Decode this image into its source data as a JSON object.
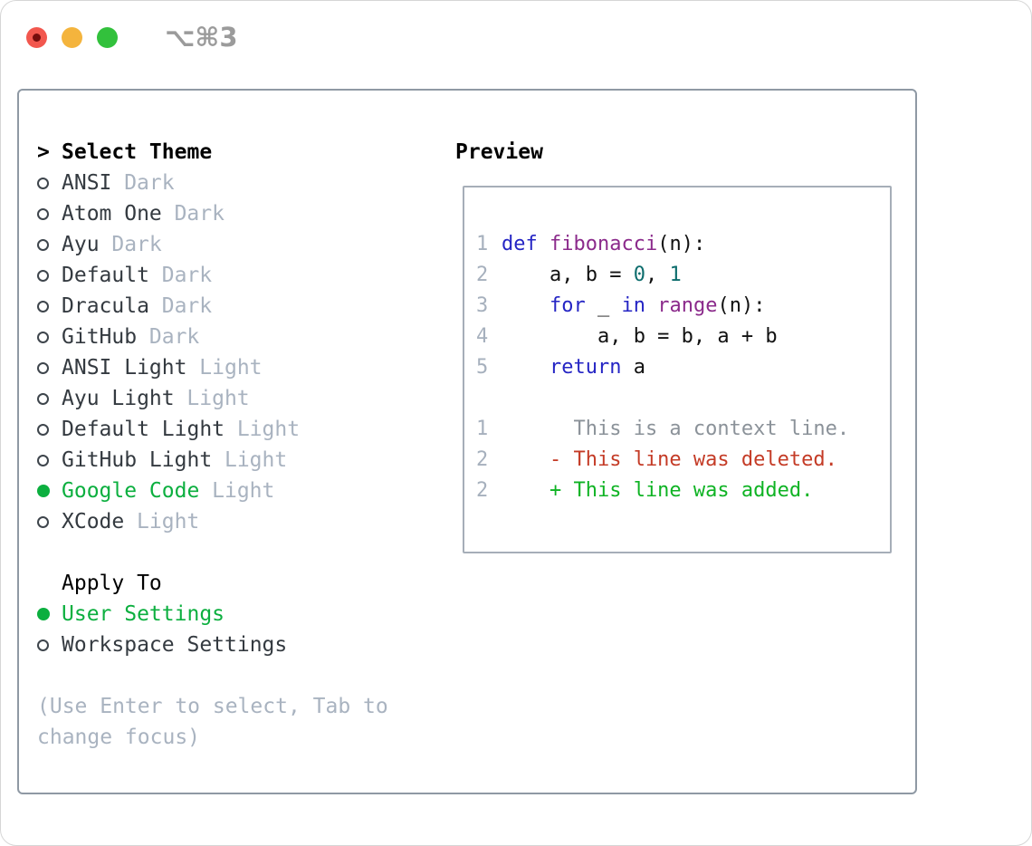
{
  "window": {
    "shortcut": "⌥⌘3",
    "traffic_lights": [
      "close",
      "minimize",
      "zoom"
    ]
  },
  "theme_panel": {
    "cursor": ">",
    "title": "Select Theme",
    "themes": [
      {
        "name": "ANSI",
        "variant": "Dark",
        "selected": false
      },
      {
        "name": "Atom One",
        "variant": "Dark",
        "selected": false
      },
      {
        "name": "Ayu",
        "variant": "Dark",
        "selected": false
      },
      {
        "name": "Default",
        "variant": "Dark",
        "selected": false
      },
      {
        "name": "Dracula",
        "variant": "Dark",
        "selected": false
      },
      {
        "name": "GitHub",
        "variant": "Dark",
        "selected": false
      },
      {
        "name": "ANSI Light",
        "variant": "Light",
        "selected": false
      },
      {
        "name": "Ayu Light",
        "variant": "Light",
        "selected": false
      },
      {
        "name": "Default Light",
        "variant": "Light",
        "selected": false
      },
      {
        "name": "GitHub Light",
        "variant": "Light",
        "selected": false
      },
      {
        "name": "Google Code",
        "variant": "Light",
        "selected": true
      },
      {
        "name": "XCode",
        "variant": "Light",
        "selected": false
      }
    ],
    "apply_to": {
      "label": "Apply To",
      "options": [
        {
          "name": "User Settings",
          "selected": true
        },
        {
          "name": "Workspace Settings",
          "selected": false
        }
      ]
    },
    "hint_lines": [
      "(Use Enter to select, Tab to",
      "change focus)"
    ]
  },
  "preview": {
    "title": "Preview",
    "code_lines": [
      {
        "num": "1",
        "tokens": [
          {
            "t": "def",
            "c": "kwd"
          },
          {
            "t": " ",
            "c": "pln"
          },
          {
            "t": "fibonacci",
            "c": "typ"
          },
          {
            "t": "(n):",
            "c": "pln"
          }
        ]
      },
      {
        "num": "2",
        "tokens": [
          {
            "t": "    a, b = ",
            "c": "pln"
          },
          {
            "t": "0",
            "c": "lit"
          },
          {
            "t": ", ",
            "c": "pln"
          },
          {
            "t": "1",
            "c": "lit"
          }
        ]
      },
      {
        "num": "3",
        "tokens": [
          {
            "t": "    ",
            "c": "pln"
          },
          {
            "t": "for",
            "c": "kwd"
          },
          {
            "t": " _ ",
            "c": "pln"
          },
          {
            "t": "in",
            "c": "kwd"
          },
          {
            "t": " ",
            "c": "pln"
          },
          {
            "t": "range",
            "c": "typ"
          },
          {
            "t": "(n):",
            "c": "pln"
          }
        ]
      },
      {
        "num": "4",
        "tokens": [
          {
            "t": "        a, b = b, a + b",
            "c": "pln"
          }
        ]
      },
      {
        "num": "5",
        "tokens": [
          {
            "t": "    ",
            "c": "pln"
          },
          {
            "t": "return",
            "c": "kwd"
          },
          {
            "t": " a",
            "c": "pln"
          }
        ]
      }
    ],
    "diff_lines": [
      {
        "num": "1",
        "marker": " ",
        "text": "This is a context line.",
        "kind": "context"
      },
      {
        "num": "2",
        "marker": "-",
        "text": "This line was deleted.",
        "kind": "removed"
      },
      {
        "num": "2",
        "marker": "+",
        "text": "This line was added.",
        "kind": "added"
      }
    ]
  },
  "colors": {
    "accent_green": "#0caf3f",
    "list_text": "#343a40",
    "muted": "#a9b3c0",
    "panel_border": "#8f99a4",
    "preview_border": "#a6aeb8",
    "line_number": "#a6b0bd",
    "syntax_keyword": "#2525c4",
    "syntax_function": "#8b2a8b",
    "syntax_literal": "#0d6d6d",
    "syntax_plain": "#111111",
    "diff_context": "#8b9299",
    "diff_removed": "#c43b26",
    "diff_added": "#0fb324",
    "traffic_red": "#f2574e",
    "traffic_red_dot": "#750d0d",
    "traffic_yellow": "#f4b43d",
    "traffic_green": "#32c13c",
    "shortcut_gray": "#9b9b9b"
  }
}
